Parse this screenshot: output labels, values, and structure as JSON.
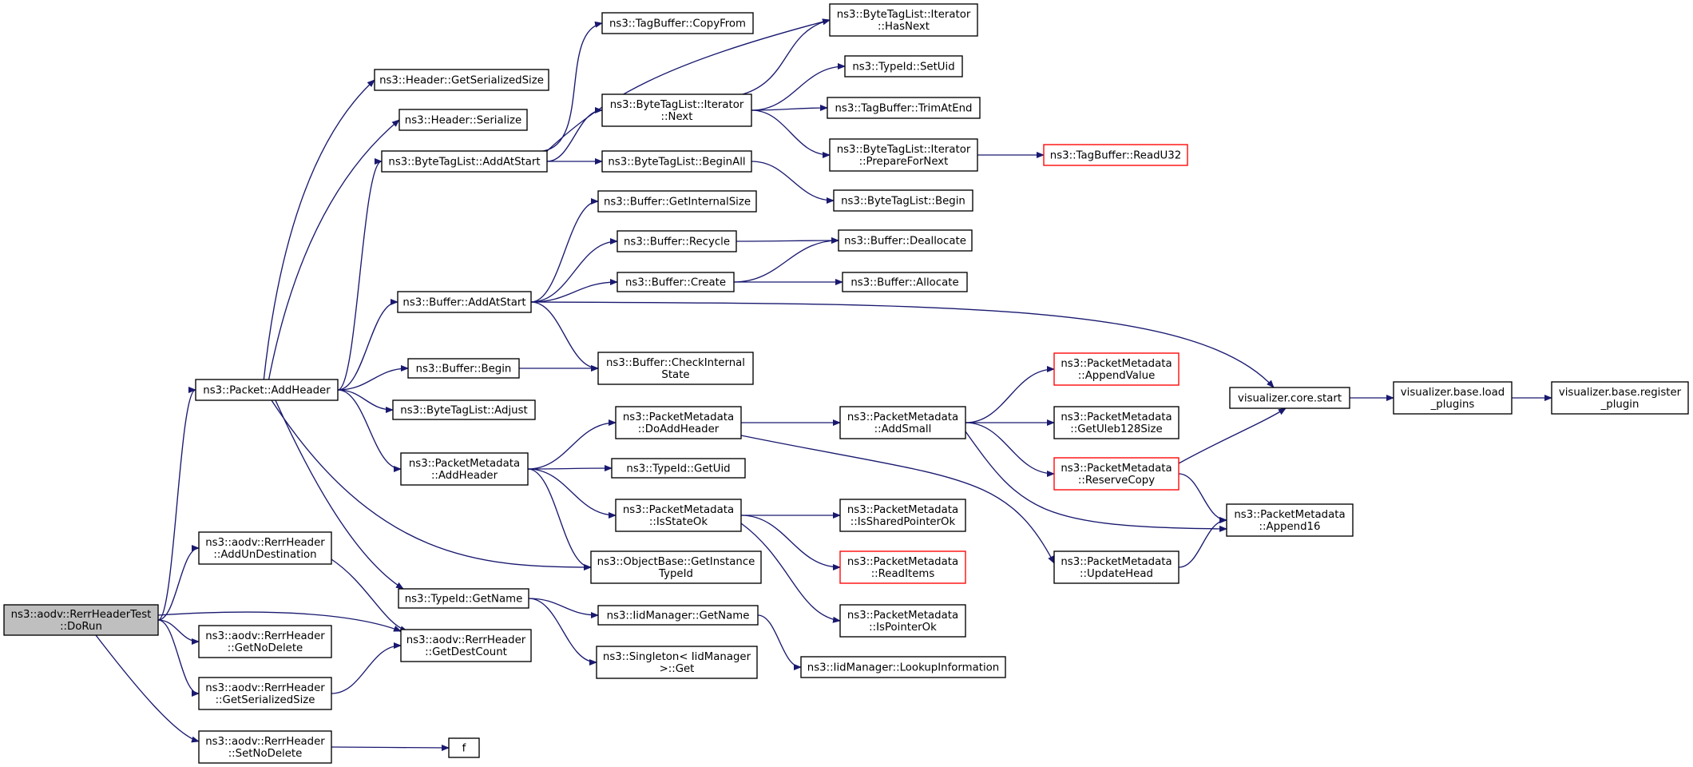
{
  "graph": {
    "title": "",
    "colors": {
      "edge": "#191970",
      "node_border": "#000000",
      "truncated_border": "#ff0000",
      "root_fill": "#bfbfbf"
    },
    "nodes": [
      {
        "id": "rerr_test_dorun",
        "lines": [
          "ns3::aodv::RerrHeaderTest",
          "::DoRun"
        ],
        "root": true
      },
      {
        "id": "packet_addheader",
        "lines": [
          "ns3::Packet::AddHeader"
        ]
      },
      {
        "id": "rerr_addundestination",
        "lines": [
          "ns3::aodv::RerrHeader",
          "::AddUnDestination"
        ]
      },
      {
        "id": "rerr_getdestcount",
        "lines": [
          "ns3::aodv::RerrHeader",
          "::GetDestCount"
        ]
      },
      {
        "id": "rerr_getnodelete",
        "lines": [
          "ns3::aodv::RerrHeader",
          "::GetNoDelete"
        ]
      },
      {
        "id": "rerr_getserializedsize",
        "lines": [
          "ns3::aodv::RerrHeader",
          "::GetSerializedSize"
        ]
      },
      {
        "id": "rerr_setnodelete",
        "lines": [
          "ns3::aodv::RerrHeader",
          "::SetNoDelete"
        ]
      },
      {
        "id": "f",
        "lines": [
          "f"
        ]
      },
      {
        "id": "header_getserializedsize",
        "lines": [
          "ns3::Header::GetSerializedSize"
        ]
      },
      {
        "id": "header_serialize",
        "lines": [
          "ns3::Header::Serialize"
        ]
      },
      {
        "id": "bytetaglist_addatstart",
        "lines": [
          "ns3::ByteTagList::AddAtStart"
        ]
      },
      {
        "id": "buffer_addatstart",
        "lines": [
          "ns3::Buffer::AddAtStart"
        ]
      },
      {
        "id": "buffer_begin",
        "lines": [
          "ns3::Buffer::Begin"
        ]
      },
      {
        "id": "bytetaglist_adjust",
        "lines": [
          "ns3::ByteTagList::Adjust"
        ]
      },
      {
        "id": "pm_addheader",
        "lines": [
          "ns3::PacketMetadata",
          "::AddHeader"
        ]
      },
      {
        "id": "typeid_getname",
        "lines": [
          "ns3::TypeId::GetName"
        ]
      },
      {
        "id": "tagbuffer_copyfrom",
        "lines": [
          "ns3::TagBuffer::CopyFrom"
        ]
      },
      {
        "id": "btl_iterator_next",
        "lines": [
          "ns3::ByteTagList::Iterator",
          "::Next"
        ]
      },
      {
        "id": "bytetaglist_beginall",
        "lines": [
          "ns3::ByteTagList::BeginAll"
        ]
      },
      {
        "id": "buffer_getinternalsize",
        "lines": [
          "ns3::Buffer::GetInternalSize"
        ]
      },
      {
        "id": "buffer_recycle",
        "lines": [
          "ns3::Buffer::Recycle"
        ]
      },
      {
        "id": "buffer_create",
        "lines": [
          "ns3::Buffer::Create"
        ]
      },
      {
        "id": "buffer_checkinternalstate",
        "lines": [
          "ns3::Buffer::CheckInternal",
          "State"
        ]
      },
      {
        "id": "pm_doaddheader",
        "lines": [
          "ns3::PacketMetadata",
          "::DoAddHeader"
        ]
      },
      {
        "id": "typeid_getuid",
        "lines": [
          "ns3::TypeId::GetUid"
        ]
      },
      {
        "id": "pm_isstateok",
        "lines": [
          "ns3::PacketMetadata",
          "::IsStateOk"
        ]
      },
      {
        "id": "objectbase_getinstancetypeid",
        "lines": [
          "ns3::ObjectBase::GetInstance",
          "TypeId"
        ]
      },
      {
        "id": "iidmanager_getname",
        "lines": [
          "ns3::IidManager::GetName"
        ]
      },
      {
        "id": "singleton_get",
        "lines": [
          "ns3::Singleton< IidManager",
          ">::Get"
        ]
      },
      {
        "id": "btl_iterator_hasnext",
        "lines": [
          "ns3::ByteTagList::Iterator",
          "::HasNext"
        ]
      },
      {
        "id": "typeid_setuid",
        "lines": [
          "ns3::TypeId::SetUid"
        ]
      },
      {
        "id": "tagbuffer_trimatend",
        "lines": [
          "ns3::TagBuffer::TrimAtEnd"
        ]
      },
      {
        "id": "btl_iterator_preparefornext",
        "lines": [
          "ns3::ByteTagList::Iterator",
          "::PrepareForNext"
        ]
      },
      {
        "id": "bytetaglist_begin",
        "lines": [
          "ns3::ByteTagList::Begin"
        ]
      },
      {
        "id": "buffer_deallocate",
        "lines": [
          "ns3::Buffer::Deallocate"
        ]
      },
      {
        "id": "buffer_allocate",
        "lines": [
          "ns3::Buffer::Allocate"
        ]
      },
      {
        "id": "pm_addsmall",
        "lines": [
          "ns3::PacketMetadata",
          "::AddSmall"
        ]
      },
      {
        "id": "pm_issharedpointerok",
        "lines": [
          "ns3::PacketMetadata",
          "::IsSharedPointerOk"
        ]
      },
      {
        "id": "pm_readitems",
        "lines": [
          "ns3::PacketMetadata",
          "::ReadItems"
        ],
        "truncated": true
      },
      {
        "id": "pm_ispointerok",
        "lines": [
          "ns3::PacketMetadata",
          "::IsPointerOk"
        ]
      },
      {
        "id": "iidmanager_lookupinformation",
        "lines": [
          "ns3::IidManager::LookupInformation"
        ]
      },
      {
        "id": "tagbuffer_readu32",
        "lines": [
          "ns3::TagBuffer::ReadU32"
        ],
        "truncated": true
      },
      {
        "id": "pm_appendvalue",
        "lines": [
          "ns3::PacketMetadata",
          "::AppendValue"
        ],
        "truncated": true
      },
      {
        "id": "pm_getuleb128size",
        "lines": [
          "ns3::PacketMetadata",
          "::GetUleb128Size"
        ]
      },
      {
        "id": "pm_reservecopy",
        "lines": [
          "ns3::PacketMetadata",
          "::ReserveCopy"
        ],
        "truncated": true
      },
      {
        "id": "pm_updatehead",
        "lines": [
          "ns3::PacketMetadata",
          "::UpdateHead"
        ]
      },
      {
        "id": "visualizer_core_start",
        "lines": [
          "visualizer.core.start"
        ]
      },
      {
        "id": "pm_append16",
        "lines": [
          "ns3::PacketMetadata",
          "::Append16"
        ]
      },
      {
        "id": "visualizer_base_load_plugins",
        "lines": [
          "visualizer.base.load",
          "_plugins"
        ]
      },
      {
        "id": "visualizer_base_register_plugin",
        "lines": [
          "visualizer.base.register",
          "_plugin"
        ]
      }
    ],
    "edges": [
      {
        "from": "rerr_test_dorun",
        "to": "packet_addheader"
      },
      {
        "from": "rerr_test_dorun",
        "to": "rerr_addundestination"
      },
      {
        "from": "rerr_test_dorun",
        "to": "rerr_getdestcount"
      },
      {
        "from": "rerr_test_dorun",
        "to": "rerr_getnodelete"
      },
      {
        "from": "rerr_test_dorun",
        "to": "rerr_getserializedsize"
      },
      {
        "from": "rerr_test_dorun",
        "to": "rerr_setnodelete"
      },
      {
        "from": "rerr_addundestination",
        "to": "rerr_getdestcount"
      },
      {
        "from": "rerr_getserializedsize",
        "to": "rerr_getdestcount"
      },
      {
        "from": "rerr_setnodelete",
        "to": "f"
      },
      {
        "from": "packet_addheader",
        "to": "header_getserializedsize"
      },
      {
        "from": "packet_addheader",
        "to": "header_serialize"
      },
      {
        "from": "packet_addheader",
        "to": "bytetaglist_addatstart"
      },
      {
        "from": "packet_addheader",
        "to": "buffer_addatstart"
      },
      {
        "from": "packet_addheader",
        "to": "buffer_begin"
      },
      {
        "from": "packet_addheader",
        "to": "bytetaglist_adjust"
      },
      {
        "from": "packet_addheader",
        "to": "pm_addheader"
      },
      {
        "from": "packet_addheader",
        "to": "objectbase_getinstancetypeid"
      },
      {
        "from": "packet_addheader",
        "to": "typeid_getname"
      },
      {
        "from": "bytetaglist_addatstart",
        "to": "tagbuffer_copyfrom"
      },
      {
        "from": "bytetaglist_addatstart",
        "to": "btl_iterator_hasnext"
      },
      {
        "from": "bytetaglist_addatstart",
        "to": "btl_iterator_next"
      },
      {
        "from": "bytetaglist_addatstart",
        "to": "bytetaglist_beginall"
      },
      {
        "from": "btl_iterator_next",
        "to": "btl_iterator_hasnext"
      },
      {
        "from": "btl_iterator_next",
        "to": "typeid_setuid"
      },
      {
        "from": "btl_iterator_next",
        "to": "tagbuffer_trimatend"
      },
      {
        "from": "btl_iterator_next",
        "to": "btl_iterator_preparefornext"
      },
      {
        "from": "btl_iterator_preparefornext",
        "to": "tagbuffer_readu32"
      },
      {
        "from": "bytetaglist_beginall",
        "to": "bytetaglist_begin"
      },
      {
        "from": "buffer_addatstart",
        "to": "buffer_getinternalsize"
      },
      {
        "from": "buffer_addatstart",
        "to": "buffer_recycle"
      },
      {
        "from": "buffer_addatstart",
        "to": "buffer_create"
      },
      {
        "from": "buffer_addatstart",
        "to": "buffer_checkinternalstate"
      },
      {
        "from": "buffer_addatstart",
        "to": "visualizer_core_start"
      },
      {
        "from": "buffer_recycle",
        "to": "buffer_deallocate"
      },
      {
        "from": "buffer_create",
        "to": "buffer_deallocate"
      },
      {
        "from": "buffer_create",
        "to": "buffer_allocate"
      },
      {
        "from": "buffer_begin",
        "to": "buffer_checkinternalstate"
      },
      {
        "from": "pm_addheader",
        "to": "pm_doaddheader"
      },
      {
        "from": "pm_addheader",
        "to": "typeid_getuid"
      },
      {
        "from": "pm_addheader",
        "to": "pm_isstateok"
      },
      {
        "from": "pm_addheader",
        "to": "objectbase_getinstancetypeid"
      },
      {
        "from": "pm_doaddheader",
        "to": "pm_addsmall"
      },
      {
        "from": "pm_doaddheader",
        "to": "pm_updatehead"
      },
      {
        "from": "pm_addsmall",
        "to": "pm_appendvalue"
      },
      {
        "from": "pm_addsmall",
        "to": "pm_getuleb128size"
      },
      {
        "from": "pm_addsmall",
        "to": "pm_reservecopy"
      },
      {
        "from": "pm_addsmall",
        "to": "pm_append16"
      },
      {
        "from": "pm_reservecopy",
        "to": "visualizer_core_start"
      },
      {
        "from": "pm_reservecopy",
        "to": "pm_append16"
      },
      {
        "from": "pm_updatehead",
        "to": "pm_append16"
      },
      {
        "from": "pm_isstateok",
        "to": "pm_issharedpointerok"
      },
      {
        "from": "pm_isstateok",
        "to": "pm_readitems"
      },
      {
        "from": "pm_isstateok",
        "to": "pm_ispointerok"
      },
      {
        "from": "typeid_getname",
        "to": "iidmanager_getname"
      },
      {
        "from": "typeid_getname",
        "to": "singleton_get"
      },
      {
        "from": "iidmanager_getname",
        "to": "iidmanager_lookupinformation"
      },
      {
        "from": "visualizer_core_start",
        "to": "visualizer_base_load_plugins"
      },
      {
        "from": "visualizer_base_load_plugins",
        "to": "visualizer_base_register_plugin"
      }
    ]
  }
}
